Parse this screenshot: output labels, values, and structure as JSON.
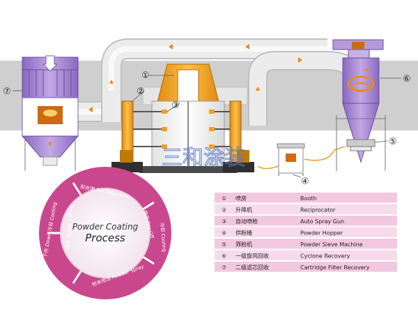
{
  "callouts": {
    "c1": "①",
    "c2": "②",
    "c3": "③",
    "c4": "④",
    "c5": "⑤",
    "c6": "⑥",
    "c7": "⑦"
  },
  "watermark": "三和涂装",
  "wheel": {
    "center_line1": "Powder Coating",
    "center_line2": "Process",
    "pretreatment": "前处理  Pre-Treatment",
    "dry": "烘干  Dry Off",
    "cooling_right": "冷却  Cooling",
    "powder_spray": "粉末喷涂  Powder Spray",
    "cured_up": "固化  Cured  上件  Up",
    "down_cooling": "下件  Down  冷却  Cooling"
  },
  "legend": [
    {
      "num": "①",
      "cn": "喷房",
      "en": "Booth"
    },
    {
      "num": "②",
      "cn": "升降机",
      "en": "Reciprocator"
    },
    {
      "num": "③",
      "cn": "自动喷枪",
      "en": "Auto Spray Gun"
    },
    {
      "num": "④",
      "cn": "供粉桶",
      "en": "Powder Hopper"
    },
    {
      "num": "⑤",
      "cn": "筛粉机",
      "en": "Powder Sieve Machine"
    },
    {
      "num": "⑥",
      "cn": "一级旋风回收",
      "en": "Cyclone Recovery"
    },
    {
      "num": "⑦",
      "cn": "二级滤芯回收",
      "en": "Cartridge Filter Recovery"
    }
  ],
  "colors": {
    "band": "#cccccc",
    "duct": "#e4e4e4",
    "purple": "#a98ad0",
    "orange": "#f0a020",
    "magenta": "#c4408a",
    "legend_row": "#f0c6e0"
  }
}
